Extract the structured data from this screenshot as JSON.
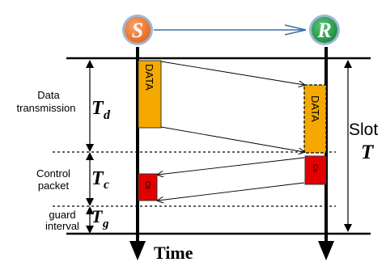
{
  "nodes": {
    "sender": {
      "letter": "S",
      "fill": "#E86A1E"
    },
    "receiver": {
      "letter": "R",
      "fill": "#1E9B45"
    }
  },
  "labels": {
    "data_transmission_line1": "Data",
    "data_transmission_line2": "transmission",
    "control_packet_line1": "Control",
    "control_packet_line2": "packet",
    "guard_line1": "guard",
    "guard_line2": "interval",
    "slot_word": "Slot",
    "time_axis": "Time"
  },
  "symbols": {
    "td_main": "T",
    "td_sub": "d",
    "tc_main": "T",
    "tc_sub": "c",
    "tg_main": "T",
    "tg_sub": "g",
    "slot_T": "T"
  },
  "packets": {
    "data_sent": "DATA",
    "data_received": "DATA",
    "ctr_sent": "Ctr",
    "ctr_received": "Ctr"
  },
  "colors": {
    "data_fill": "#F5A900",
    "ctr_fill": "#E30000",
    "link_arrow": "#3A6EA5",
    "node_ring": "#9EB6D8"
  }
}
